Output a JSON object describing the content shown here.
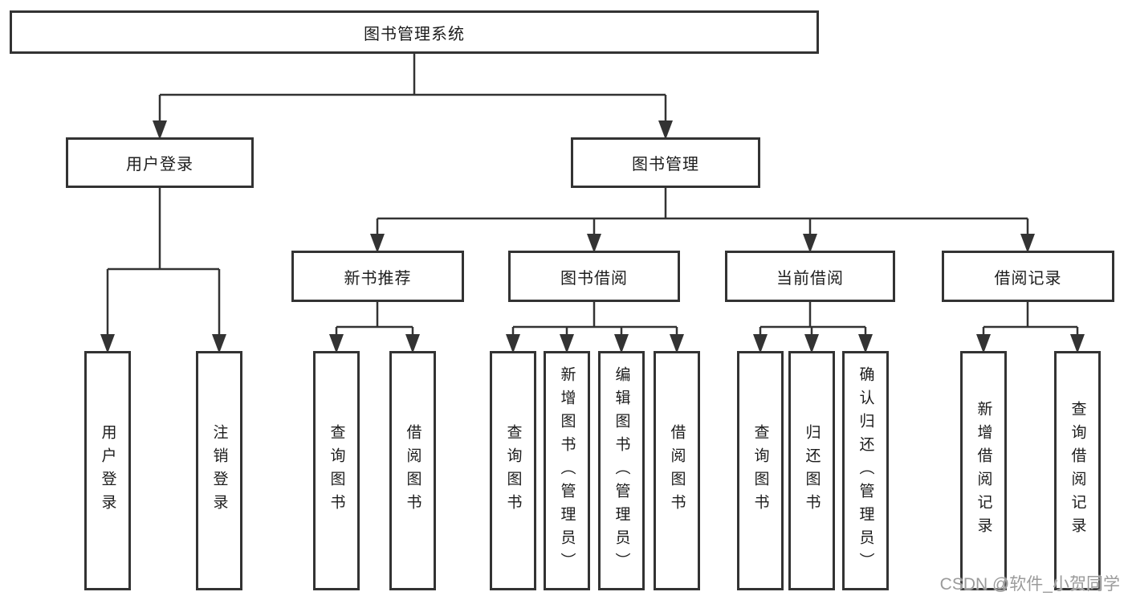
{
  "tree": {
    "label": "图书管理系统",
    "children": [
      {
        "label": "用户登录",
        "children": [
          {
            "label": "用户登录"
          },
          {
            "label": "注销登录"
          }
        ]
      },
      {
        "label": "图书管理",
        "children": [
          {
            "label": "新书推荐",
            "children": [
              {
                "label": "查询图书"
              },
              {
                "label": "借阅图书"
              }
            ]
          },
          {
            "label": "图书借阅",
            "children": [
              {
                "label": "查询图书"
              },
              {
                "label": "新增图书（管理员）"
              },
              {
                "label": "编辑图书（管理员）"
              },
              {
                "label": "借阅图书"
              }
            ]
          },
          {
            "label": "当前借阅",
            "children": [
              {
                "label": "查询图书"
              },
              {
                "label": "归还图书"
              },
              {
                "label": "确认归还（管理员）"
              }
            ]
          },
          {
            "label": "借阅记录",
            "children": [
              {
                "label": "新增借阅记录"
              },
              {
                "label": "查询借阅记录"
              }
            ]
          }
        ]
      }
    ]
  },
  "watermark": {
    "text": "CSDN @软件_小贺同学"
  },
  "colors": {
    "line": "#333333",
    "text": "#1c1c1c",
    "background": "#ffffff",
    "watermark": "#9b9b9b"
  }
}
